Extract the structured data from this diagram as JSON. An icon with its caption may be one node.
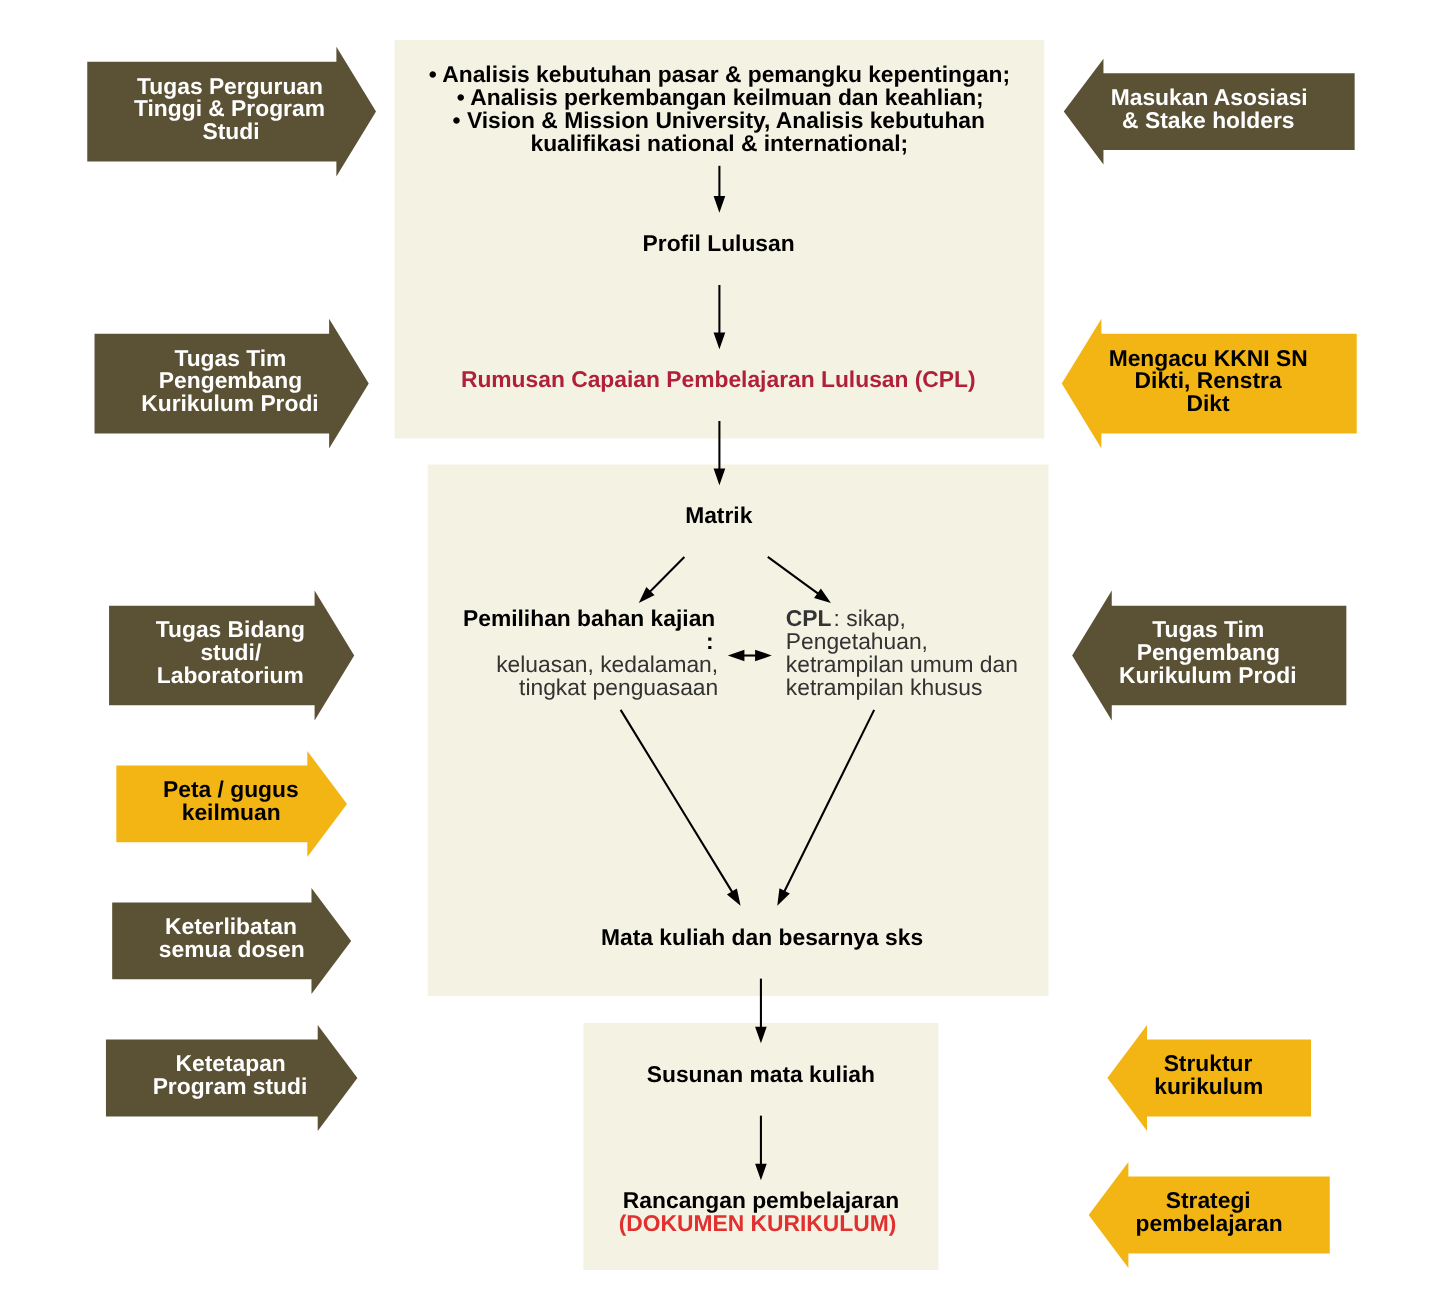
{
  "diagram": {
    "nodes": [
      {
        "text": [
          "Tugas Perguruan Tinggi & Program Studi"
        ]
      },
      {
        "text": [
          "Tugas Tim Pengembang Kurikulum Prodi"
        ]
      },
      {
        "text": [
          "Tugas Bidang studi/ Laboratorium"
        ]
      },
      {
        "text": [
          "Peta / gugus keilmuan"
        ]
      },
      {
        "text": [
          "Keterlibatan semua dosen"
        ]
      },
      {
        "text": [
          "Ketetapan Program studi"
        ]
      },
      {
        "text": [],
        "shape": "box"
      },
      {
        "text": [
          "• Analisis kebutuhan pasar & pemangku kepentingan;",
          "• Analisis perkembangan keilmuan dan keahlian;",
          "• Vision & Mission University, Analisis kebutuhan kualifikasi national & international;"
        ],
        "in": 6
      },
      {
        "text": [
          "Profil Lulusan"
        ],
        "in": 6
      },
      {
        "text": [
          "Rumusan Capaian Pembelajaran Lulusan (CPL)"
        ],
        "in": 6
      },
      {
        "text": [],
        "shape": "box"
      },
      {
        "text": [
          "Matrik"
        ],
        "in": 10
      },
      {
        "text": [
          "Pemilihan bahan kajian :",
          "keluasan, kedalaman, tingkat penguasaan"
        ],
        "in": 10
      },
      {
        "text": [
          "**CPL**: sikap, Pengetahuan, ketrampilan umum dan ketrampilan khusus"
        ],
        "in": 10
      },
      {
        "text": [
          "Mata kuliah dan besarnya sks"
        ],
        "in": 10
      },
      {
        "text": [],
        "shape": "box"
      },
      {
        "text": [
          "Susunan mata kuliah"
        ],
        "in": 15
      },
      {
        "text": [
          "Rancangan pembelajaran",
          "(DOKUMEN KURIKULUM)"
        ],
        "in": 15
      },
      {
        "text": [
          "Masukan Asosiasi & Stake holders"
        ]
      },
      {
        "text": [
          "Mengacu KKNI SN Dikti, Renstra Dikt"
        ]
      },
      {
        "text": [
          "Tugas Tim Pengembang Kurikulum Prodi"
        ]
      },
      {
        "text": [
          "Struktur kurikulum"
        ]
      },
      {
        "text": [
          "Strategi pembelajaran"
        ]
      }
    ],
    "edges": [
      {
        "from": 7,
        "to": 8,
        "arrow": "to"
      },
      {
        "from": 8,
        "to": 9,
        "arrow": "to"
      },
      {
        "from": 9,
        "to": 11,
        "arrow": "to"
      },
      {
        "from": 11,
        "to": 12,
        "arrow": "to"
      },
      {
        "from": 11,
        "to": 13,
        "arrow": "to"
      },
      {
        "from": 12,
        "to": 13,
        "arrow": "both"
      },
      {
        "from": 12,
        "to": 14,
        "arrow": "to"
      },
      {
        "from": 13,
        "to": 14,
        "arrow": "to"
      },
      {
        "from": 14,
        "to": 16,
        "arrow": "to"
      },
      {
        "from": 16,
        "to": 17,
        "arrow": "to"
      }
    ]
  }
}
